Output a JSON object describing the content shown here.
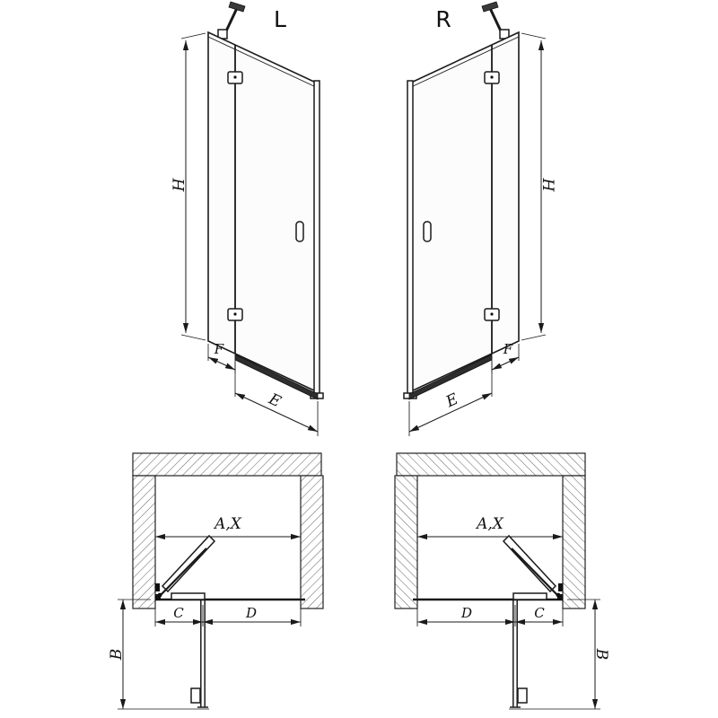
{
  "front_views": {
    "left": {
      "variant": "L",
      "height": "H",
      "hinge_side_width": "F",
      "door_width": "E"
    },
    "right": {
      "variant": "R",
      "height": "H",
      "hinge_side_width": "F",
      "door_width": "E"
    }
  },
  "plan_views": {
    "left": {
      "opening_width": "A,X",
      "hinge_segment": "C",
      "door_segment": "D",
      "swing_depth": "B"
    },
    "right": {
      "opening_width": "A,X",
      "hinge_segment": "C",
      "door_segment": "D",
      "swing_depth": "B"
    }
  },
  "colors": {
    "line": "#1a1a1a",
    "hatch": "#6e6e6e",
    "threshold": "#2e2e2e",
    "background": "#ffffff"
  }
}
